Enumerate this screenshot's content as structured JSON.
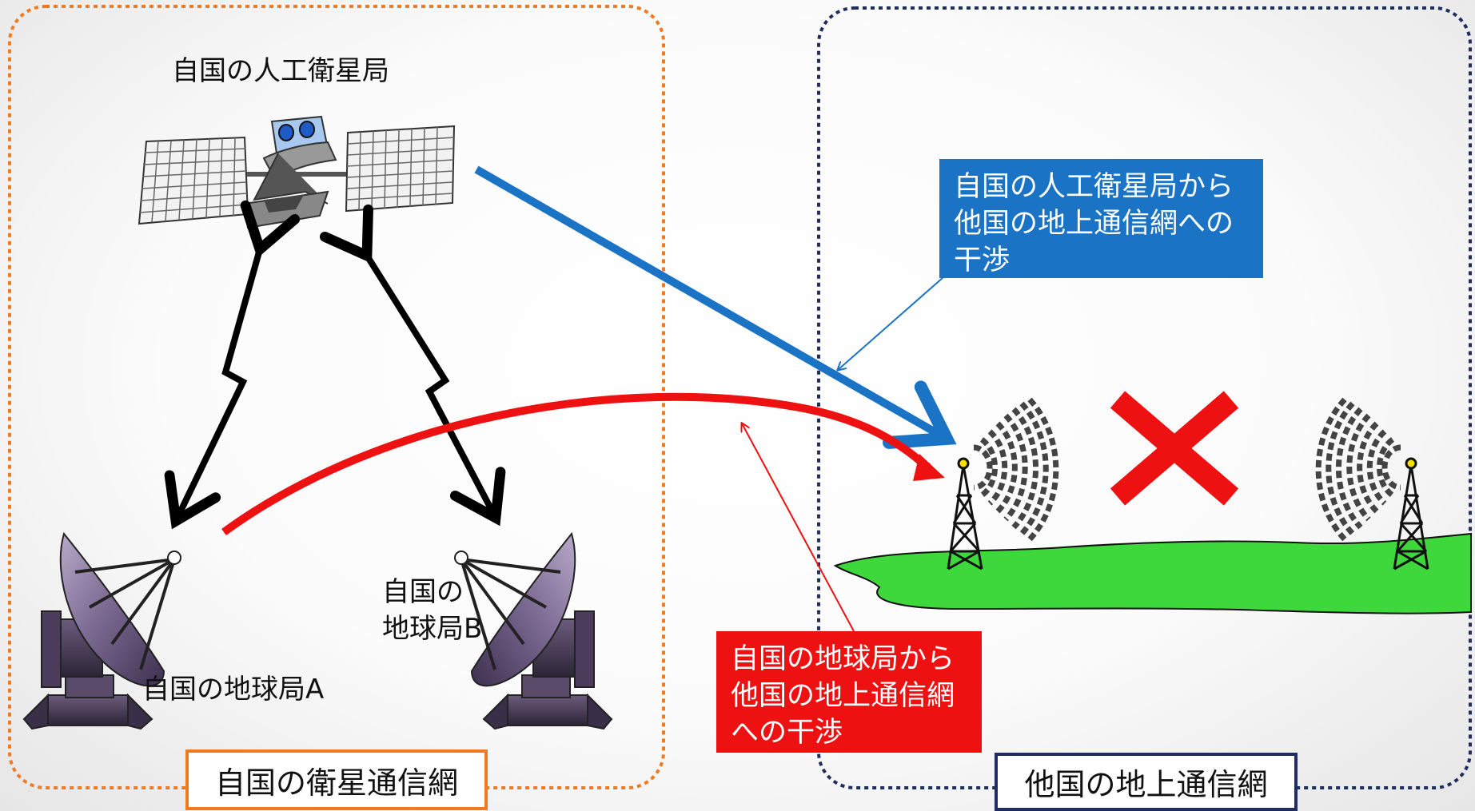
{
  "labels": {
    "satellite": "自国の人工衛星局",
    "earth_b": "自国の\n地球局B",
    "earth_a": "自国の地球局A"
  },
  "callouts": {
    "satellite_interference": "自国の人工衛星局から\n他国の地上通信網への\n干渉",
    "earth_interference": "自国の地球局から\n他国の地上通信網\nへの干渉"
  },
  "networks": {
    "own_satellite_network": "自国の衛星通信網",
    "foreign_terrestrial_network": "他国の地上通信網"
  },
  "colors": {
    "own_network_border": "#f07a20",
    "foreign_network_border": "#1f2e5e",
    "satellite_interference": "#1a73c4",
    "earth_interference": "#ee1111",
    "land": "#3fd83c",
    "blocked_mark": "#ee1111"
  },
  "icons": [
    "satellite-icon",
    "dish-antenna-icon",
    "radio-tower-icon",
    "radio-waves-icon",
    "blocked-x-icon"
  ]
}
